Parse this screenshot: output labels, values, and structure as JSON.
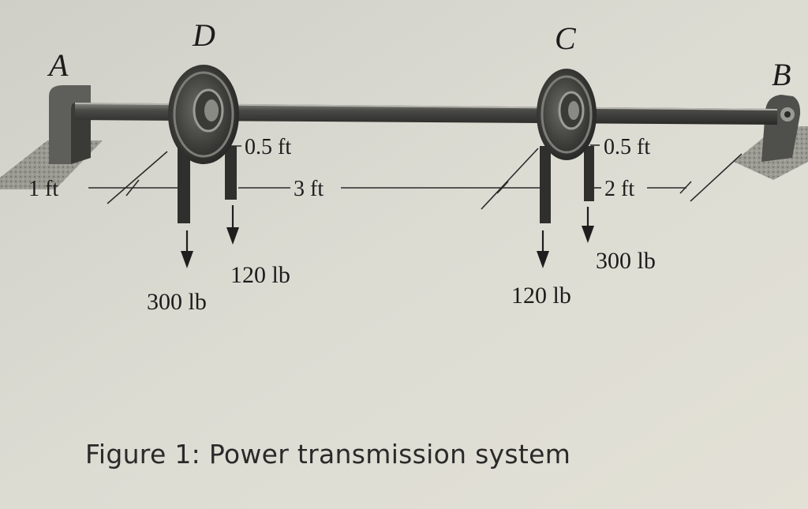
{
  "points": {
    "a": "A",
    "b": "B",
    "c": "C",
    "d": "D"
  },
  "dimensions": {
    "a_to_d": "1 ft",
    "d_to_c": "3 ft",
    "c_to_b": "2 ft",
    "pulley_d_radius": "0.5 ft",
    "pulley_c_radius": "0.5 ft"
  },
  "loads": {
    "d_outer": "300 lb",
    "d_inner": "120 lb",
    "c_inner": "120 lb",
    "c_outer": "300 lb"
  },
  "caption": "Figure 1: Power transmission system"
}
